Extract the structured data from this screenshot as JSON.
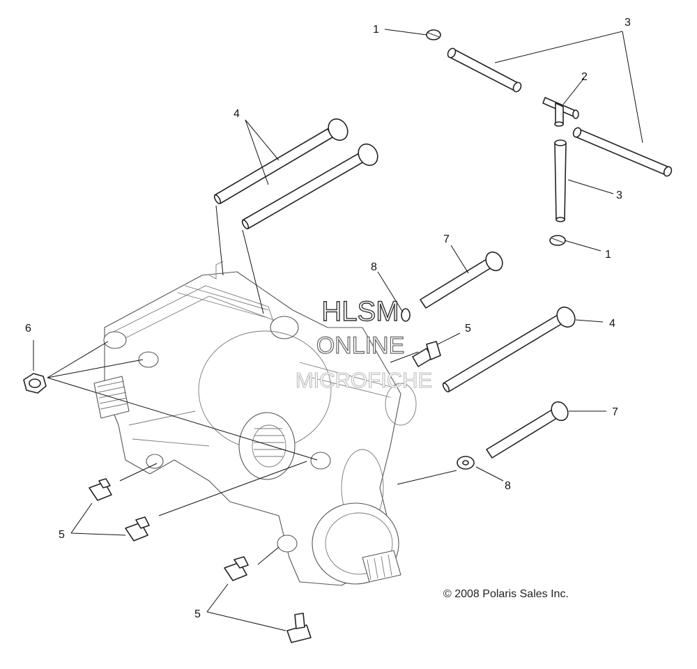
{
  "diagram": {
    "callouts": [
      {
        "id": "c1a",
        "label": "1"
      },
      {
        "id": "c1b",
        "label": "1"
      },
      {
        "id": "c2",
        "label": "2"
      },
      {
        "id": "c3a",
        "label": "3"
      },
      {
        "id": "c3b",
        "label": "3"
      },
      {
        "id": "c4a",
        "label": "4"
      },
      {
        "id": "c4b",
        "label": "4"
      },
      {
        "id": "c5a",
        "label": "5"
      },
      {
        "id": "c5b",
        "label": "5"
      },
      {
        "id": "c5c",
        "label": "5"
      },
      {
        "id": "c6",
        "label": "6"
      },
      {
        "id": "c7a",
        "label": "7"
      },
      {
        "id": "c7b",
        "label": "7"
      },
      {
        "id": "c8a",
        "label": "8"
      },
      {
        "id": "c8b",
        "label": "8"
      }
    ],
    "watermark": {
      "line1": "HLSM",
      "line2": "ONLINE",
      "line3": "MICROFICHE"
    },
    "copyright": "© 2008 Polaris Sales Inc."
  }
}
